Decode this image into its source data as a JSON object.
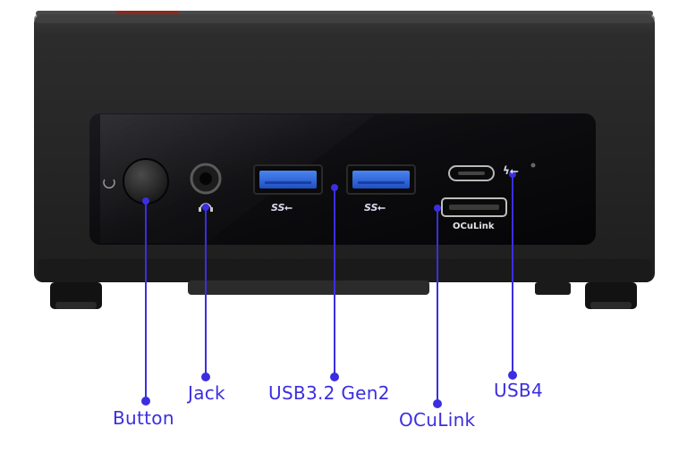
{
  "device": {
    "name": "mini-pc-front-panel",
    "port_marks": {
      "usb_superspeed": "SS",
      "oculink_text": "OCuLink"
    }
  },
  "callouts": [
    {
      "id": "button",
      "label": "Button"
    },
    {
      "id": "jack",
      "label": "Jack"
    },
    {
      "id": "usb32",
      "label": "USB3.2 Gen2"
    },
    {
      "id": "oculink",
      "label": "OCuLink"
    },
    {
      "id": "usb4",
      "label": "USB4"
    }
  ],
  "colors": {
    "callout": "#3b2ee0",
    "chassis": "#262626",
    "panel": "#0c0c0e",
    "usb_blue": "#2a5ed8",
    "background": "#ffffff"
  }
}
